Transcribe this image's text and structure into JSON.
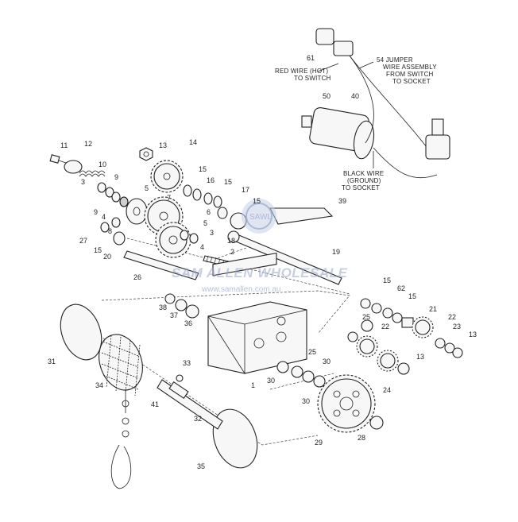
{
  "callouts": [
    {
      "id": "n11",
      "text": "11"
    },
    {
      "id": "n12",
      "text": "12"
    },
    {
      "id": "n13a",
      "text": "13"
    },
    {
      "id": "n14",
      "text": "14"
    },
    {
      "id": "n10",
      "text": "10"
    },
    {
      "id": "n9a",
      "text": "9"
    },
    {
      "id": "n9b",
      "text": "9"
    },
    {
      "id": "n3a",
      "text": "3"
    },
    {
      "id": "n5a",
      "text": "5"
    },
    {
      "id": "n7",
      "text": "7"
    },
    {
      "id": "n15a",
      "text": "15"
    },
    {
      "id": "n16",
      "text": "16"
    },
    {
      "id": "n15b",
      "text": "15"
    },
    {
      "id": "n4a",
      "text": "4"
    },
    {
      "id": "n8",
      "text": "8"
    },
    {
      "id": "n27",
      "text": "27"
    },
    {
      "id": "n15c",
      "text": "15"
    },
    {
      "id": "n20",
      "text": "20"
    },
    {
      "id": "n6",
      "text": "6"
    },
    {
      "id": "n5b",
      "text": "5"
    },
    {
      "id": "n3b",
      "text": "3"
    },
    {
      "id": "n4b",
      "text": "4"
    },
    {
      "id": "n17",
      "text": "17"
    },
    {
      "id": "n15d",
      "text": "15"
    },
    {
      "id": "n18",
      "text": "18"
    },
    {
      "id": "n2",
      "text": "2"
    },
    {
      "id": "n26",
      "text": "26"
    },
    {
      "id": "n39",
      "text": "39"
    },
    {
      "id": "n19",
      "text": "19"
    },
    {
      "id": "n61",
      "text": "61"
    },
    {
      "id": "n50",
      "text": "50"
    },
    {
      "id": "n40",
      "text": "40"
    },
    {
      "id": "n38",
      "text": "38"
    },
    {
      "id": "n37",
      "text": "37"
    },
    {
      "id": "n36",
      "text": "36"
    },
    {
      "id": "n15e",
      "text": "15"
    },
    {
      "id": "n62",
      "text": "62"
    },
    {
      "id": "n15f",
      "text": "15"
    },
    {
      "id": "n21",
      "text": "21"
    },
    {
      "id": "n25a",
      "text": "25"
    },
    {
      "id": "n22a",
      "text": "22"
    },
    {
      "id": "n22b",
      "text": "22"
    },
    {
      "id": "n23",
      "text": "23"
    },
    {
      "id": "n13b",
      "text": "13"
    },
    {
      "id": "n31",
      "text": "31"
    },
    {
      "id": "n34",
      "text": "34"
    },
    {
      "id": "n33",
      "text": "33"
    },
    {
      "id": "n1",
      "text": "1"
    },
    {
      "id": "n30a",
      "text": "30"
    },
    {
      "id": "n25b",
      "text": "25"
    },
    {
      "id": "n30b",
      "text": "30"
    },
    {
      "id": "n30c",
      "text": "30"
    },
    {
      "id": "n24",
      "text": "24"
    },
    {
      "id": "n13c",
      "text": "13"
    },
    {
      "id": "n41",
      "text": "41"
    },
    {
      "id": "n32",
      "text": "32"
    },
    {
      "id": "n29",
      "text": "29"
    },
    {
      "id": "n28",
      "text": "28"
    },
    {
      "id": "n35",
      "text": "35"
    }
  ],
  "wire_labels": {
    "jumper_1": "54 JUMPER",
    "jumper_2": "WIRE ASSEMBLY",
    "jumper_3": "FROM SWITCH",
    "jumper_4": "TO SOCKET",
    "red_1": "RED WIRE (HOT)",
    "red_2": "TO SWITCH",
    "black_1": "BLACK WIRE",
    "black_2": "(GROUND)",
    "black_3": "TO SOCKET"
  },
  "watermark": {
    "brand": "SAM ALLEN WHOLESALE",
    "url": "www.samallen.com.au",
    "logo_text": "SAWL"
  }
}
